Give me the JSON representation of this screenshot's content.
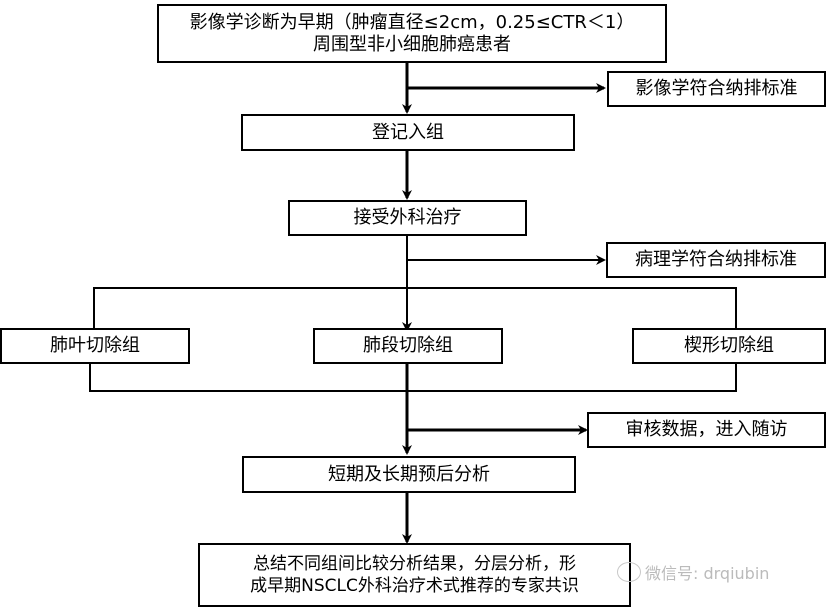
{
  "diagram": {
    "type": "flowchart",
    "nodes": {
      "start": {
        "line1": "影像学诊断为早期（肿瘤直径≤2cm，0.25≤CTR＜1）",
        "line2": "周围型非小细胞肺癌患者"
      },
      "exclude_imaging": "影像学符合纳排标准",
      "enroll": "登记入组",
      "surgery": "接受外科治疗",
      "exclude_pathology": "病理学符合纳排标准",
      "lobectomy": "肺叶切除组",
      "segmentectomy": "肺段切除组",
      "wedge": "楔形切除组",
      "review": "审核数据，进入随访",
      "prognosis": "短期及长期预后分析",
      "conclusion": {
        "line1": "总结不同组间比较分析结果，分层分析，形",
        "line2": "成早期NSCLC外科治疗术式推荐的专家共识"
      }
    },
    "edges": [
      [
        "start",
        "enroll"
      ],
      [
        "start",
        "exclude_imaging"
      ],
      [
        "enroll",
        "surgery"
      ],
      [
        "surgery",
        "exclude_pathology"
      ],
      [
        "surgery",
        "lobectomy"
      ],
      [
        "surgery",
        "segmentectomy"
      ],
      [
        "surgery",
        "wedge"
      ],
      [
        "lobectomy",
        "prognosis"
      ],
      [
        "segmentectomy",
        "prognosis"
      ],
      [
        "wedge",
        "prognosis"
      ],
      [
        "prognosis",
        "review"
      ],
      [
        "prognosis",
        "conclusion"
      ]
    ]
  },
  "watermark": {
    "label": "微信号: drqiubin",
    "icon": "wechat-icon"
  }
}
